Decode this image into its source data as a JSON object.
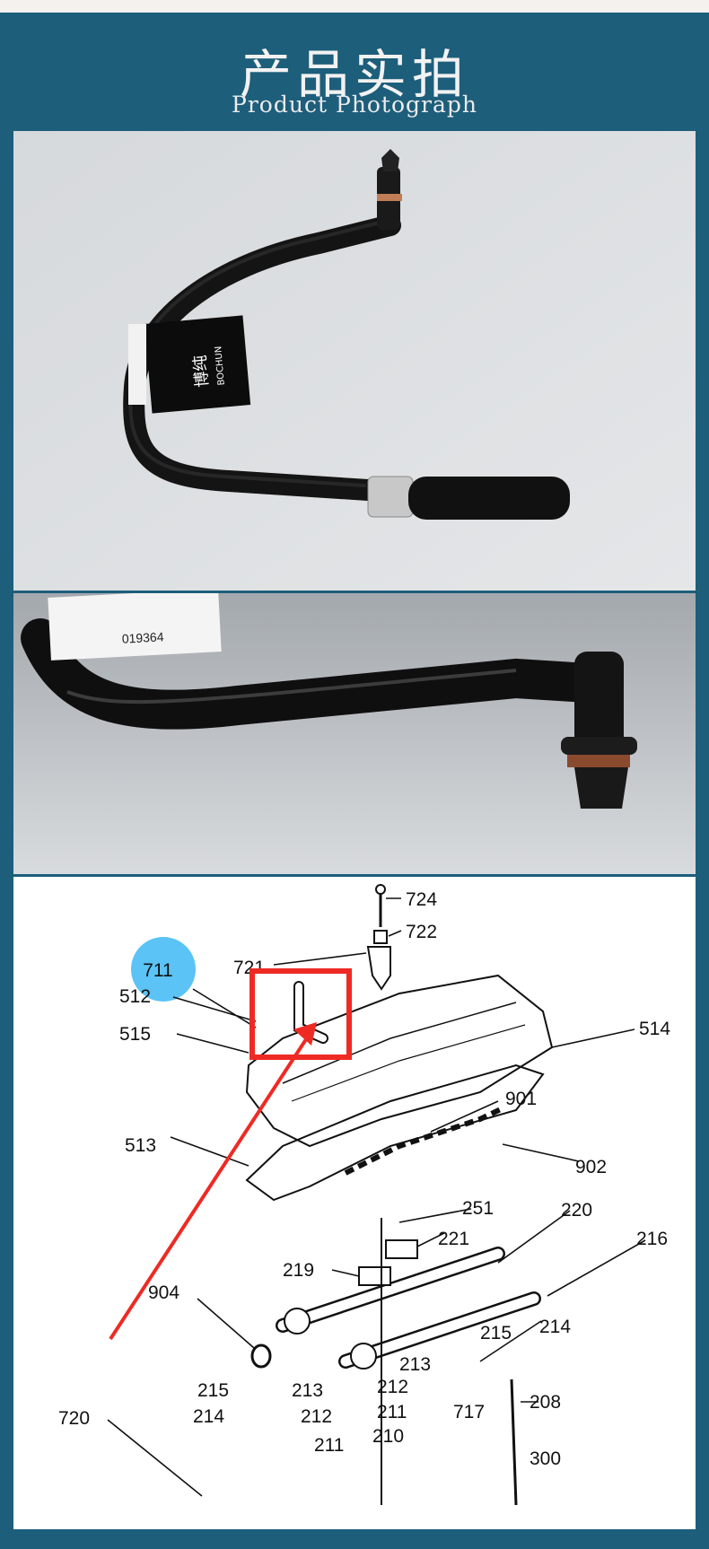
{
  "header": {
    "title_cn": "产品实拍",
    "title_en": "Product Photograph"
  },
  "photo1": {
    "brand_tag": "BOCHUN",
    "brand_cn": "博纯"
  },
  "photo2": {
    "label_text": "019364"
  },
  "diagram": {
    "highlight_label": "711",
    "part_labels": [
      "724",
      "722",
      "721",
      "512",
      "515",
      "514",
      "901",
      "513",
      "902",
      "251",
      "220",
      "221",
      "216",
      "219",
      "904",
      "215",
      "214",
      "213",
      "212",
      "211",
      "210",
      "717",
      "208",
      "720",
      "300"
    ]
  },
  "colors": {
    "background": "#1d5e7b",
    "highlight_box": "#ee2a24",
    "highlight_dot": "#5bc3f5"
  }
}
